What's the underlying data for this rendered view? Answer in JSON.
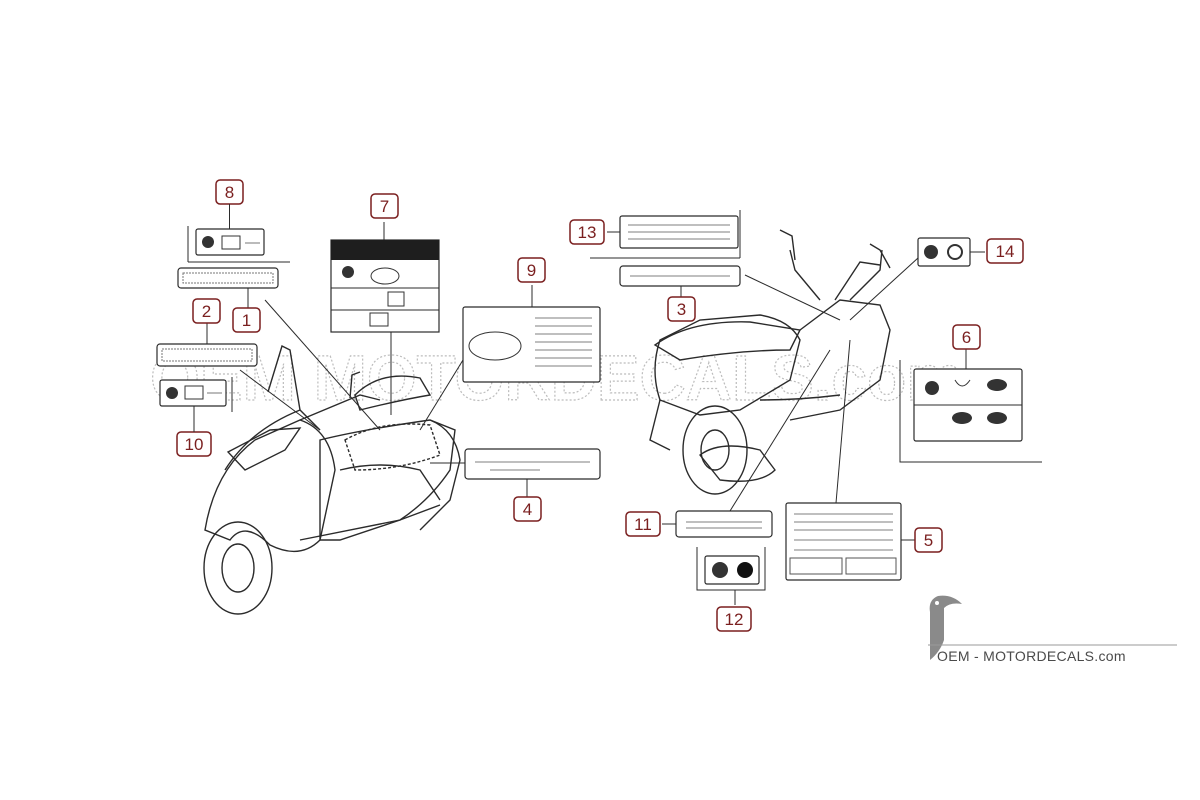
{
  "callouts": [
    {
      "id": "c1",
      "label": "1"
    },
    {
      "id": "c2",
      "label": "2"
    },
    {
      "id": "c3",
      "label": "3"
    },
    {
      "id": "c4",
      "label": "4"
    },
    {
      "id": "c5",
      "label": "5"
    },
    {
      "id": "c6",
      "label": "6"
    },
    {
      "id": "c7",
      "label": "7"
    },
    {
      "id": "c8",
      "label": "8"
    },
    {
      "id": "c9",
      "label": "9"
    },
    {
      "id": "c10",
      "label": "10"
    },
    {
      "id": "c11",
      "label": "11"
    },
    {
      "id": "c12",
      "label": "12"
    },
    {
      "id": "c13",
      "label": "13"
    },
    {
      "id": "c14",
      "label": "14"
    }
  ],
  "watermark": {
    "text": "OEM MOTORDECALS.com"
  },
  "brand": {
    "text": "OEM - MOTORDECALS.com"
  },
  "colors": {
    "callout_border": "#7a1f1f",
    "callout_fill": "#ffffff",
    "line": "#2b2b2b",
    "watermark": "#bdbdbd"
  }
}
